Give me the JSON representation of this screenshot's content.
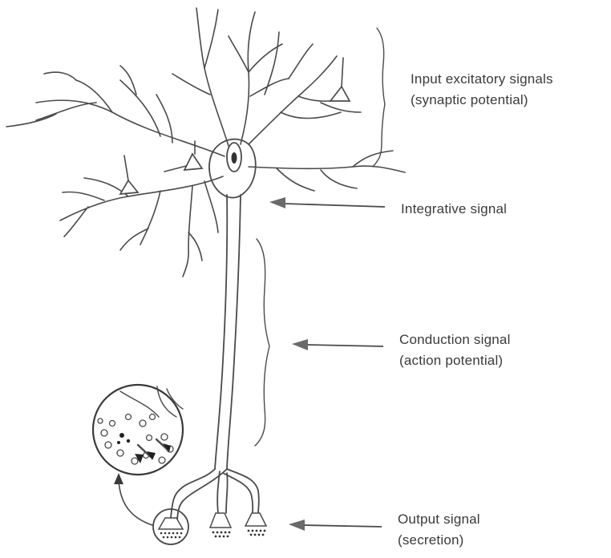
{
  "labels": {
    "input": {
      "line1": "Input excitatory signals",
      "line2": "(synaptic potential)"
    },
    "integrative": {
      "line1": "Integrative signal"
    },
    "conduction": {
      "line1": "Conduction signal",
      "line2": "(action potential)"
    },
    "output": {
      "line1": "Output signal",
      "line2": "(secretion)"
    }
  }
}
